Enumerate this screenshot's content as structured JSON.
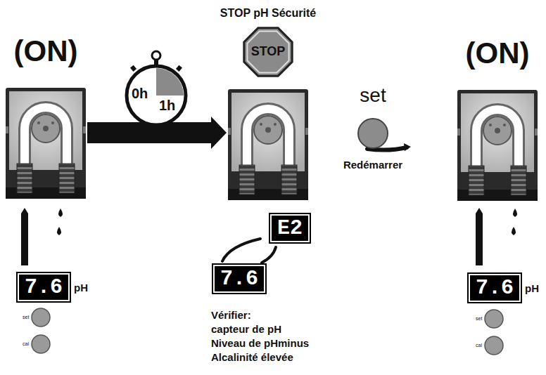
{
  "diagram": {
    "nodes": [
      {
        "text": [
          "(ON)"
        ]
      },
      {
        "text": [
          "7.6",
          "pH"
        ]
      },
      {
        "text": [
          "0h",
          "1h"
        ]
      },
      {
        "text": [
          "STOP pH Sécurité"
        ]
      },
      {
        "text": [
          "STOP"
        ]
      },
      {
        "text": [
          "E2"
        ]
      },
      {
        "text": [
          "7.6"
        ]
      },
      {
        "text": [
          "set",
          "Redémarrer"
        ]
      },
      {
        "text": [
          "(ON)"
        ]
      },
      {
        "text": [
          "7.6",
          "pH"
        ]
      }
    ],
    "edges": [
      {
        "from": 0,
        "to": 3,
        "arrow": "to"
      }
    ],
    "labels": [
      "set",
      "cal",
      "Vérifier:",
      "capteur de pH",
      "Niveau de pHminus",
      "Alcalinité élevée",
      "set",
      "cal"
    ]
  }
}
